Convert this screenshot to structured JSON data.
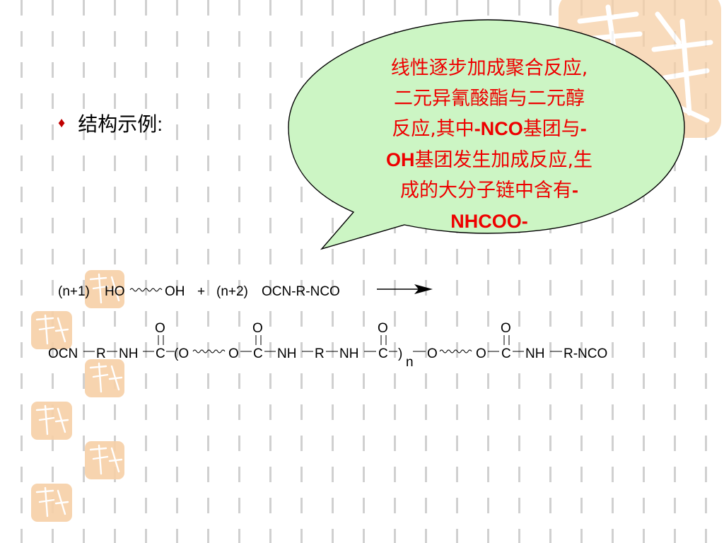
{
  "slide": {
    "bullet_text": "结构示例:",
    "callout": {
      "line1": "线性逐步加成聚合反应,",
      "line2": "二元异氰酸酯与二元醇",
      "line3a": "反应,其中",
      "line3b": "-NCO",
      "line3c": "基团与",
      "line3d": "-",
      "line4a": "OH",
      "line4b": "基团发生加成反应,生",
      "line5a": "成的大分子链中含有",
      "line5b": "-",
      "line6": "NHCOO-"
    },
    "reaction": {
      "coef1": "(n+1)",
      "reactant1_left": "HO",
      "reactant1_right": "OH",
      "plus": "+",
      "coef2": "(n+2)",
      "reactant2": "OCN-R-NCO"
    },
    "product": {
      "ocn": "OCN",
      "r1": "R",
      "nh1": "NH",
      "c1": "C",
      "open_paren": "(O",
      "o2": "O",
      "c2": "C",
      "nh2": "NH",
      "r2": "R",
      "nh3": "NH",
      "c3": "C",
      "close_paren": ")",
      "repeat_n": "n",
      "o3": "O",
      "o4": "O",
      "c4": "C",
      "nh4": "NH",
      "end": "R-NCO",
      "carbonyl_o": "O"
    },
    "colors": {
      "bubble_fill": "#ccf5c4",
      "callout_text": "#ee0000",
      "bullet": "#c00000",
      "seal": "#f6cfa6",
      "grid": "#d0d0d0"
    }
  }
}
